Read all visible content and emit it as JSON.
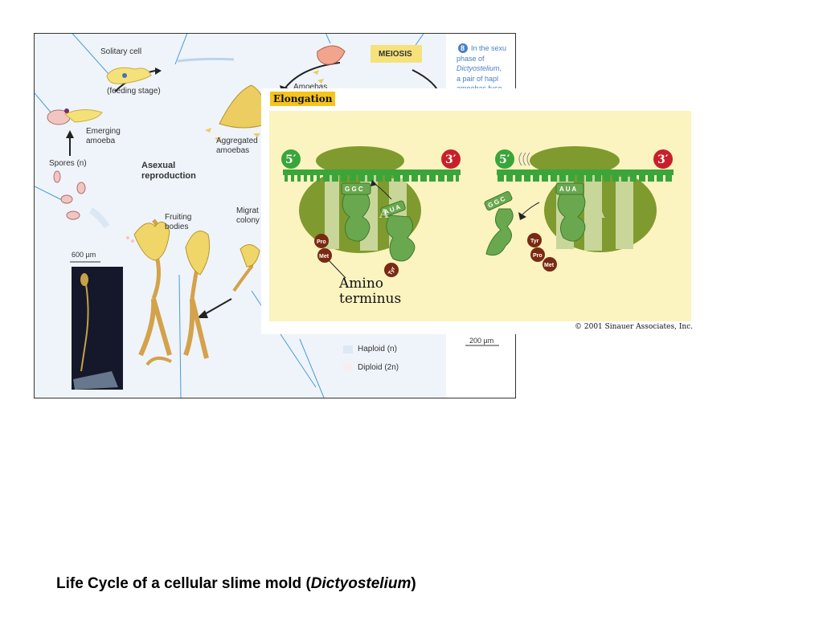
{
  "slime": {
    "solitary_cell": "Solitary cell",
    "feeding_stage": "(feeding stage)",
    "emerging_1": "Emerging",
    "emerging_2": "amoeba",
    "spores": "Spores (n)",
    "asexual_1": "Asexual",
    "asexual_2": "reproduction",
    "aggregated_1": "Aggregated",
    "aggregated_2": "amoebas",
    "fruiting_1": "Fruiting",
    "fruiting_2": "bodies",
    "migrating_1": "Migrat",
    "migrating_2": "colony",
    "amoebas_cut": "Amoebas",
    "meiosis": "MEIOSIS",
    "scale_600": "600 µm",
    "scale_200": "200 µm",
    "haploid": "Haploid (n)",
    "diploid": "Diploid (2n)",
    "step_number": "8",
    "side_text_1": "In the sexu",
    "side_text_2": "phase of",
    "side_text_3": "Dictyostelium,",
    "side_text_4": "a pair of hapl",
    "side_text_5": "amoebas fuse"
  },
  "elongation": {
    "title": "Elongation",
    "five_prime": "5′",
    "three_prime": "3′",
    "site_a": "A",
    "codon_ggc": "G G C",
    "codon_aua": "A U A",
    "aa_pro": "Pro",
    "aa_met": "Met",
    "aa_tyr": "Tyr",
    "amino_1": "Amino",
    "amino_2": "terminus",
    "copyright": "© 2001 Sinauer Associates, Inc."
  },
  "caption": {
    "main": "Life Cycle of a cellular slime mold (",
    "italic": "Dictyostelium",
    "end": ")"
  },
  "colors": {
    "mrna_green": "#3aa53a",
    "ribosome_olive": "#7f9a2e",
    "trna_green": "#6aa84f",
    "amino_acid_brown": "#7a2a12",
    "meiosis_yellow": "#f6e27a",
    "elongation_bg": "#fbf3c0"
  }
}
